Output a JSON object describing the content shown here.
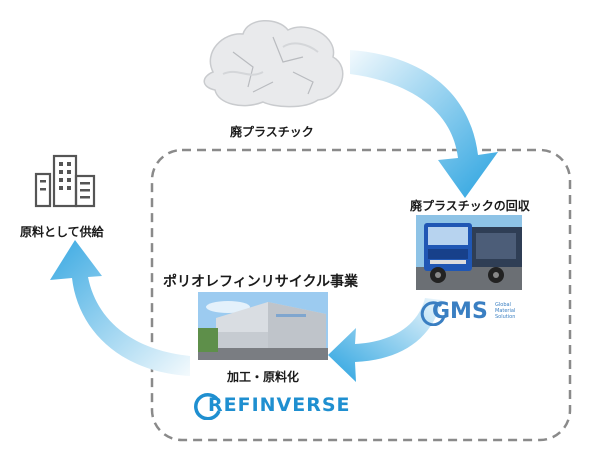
{
  "labels": {
    "waste_plastic": "廃プラスチック",
    "collection": "廃プラスチックの回収",
    "supply": "原料として供給",
    "business": "ポリオレフィンリサイクル事業",
    "processing": "加工・原料化"
  },
  "logos": {
    "refinverse": "REFINVERSE",
    "gms": "GMS",
    "gms_tagline": [
      "Global",
      "Material",
      "Solution"
    ]
  },
  "icons": {
    "building": "building-icon",
    "plastic": "plastic-waste-photo",
    "truck": "truck-photo",
    "factory": "factory-photo"
  },
  "colors": {
    "arrow_light": "#e8f5fc",
    "arrow_dark": "#2aa0dc",
    "dashed_border": "#8a8a8a",
    "logo_blue": "#1f8fd0"
  }
}
